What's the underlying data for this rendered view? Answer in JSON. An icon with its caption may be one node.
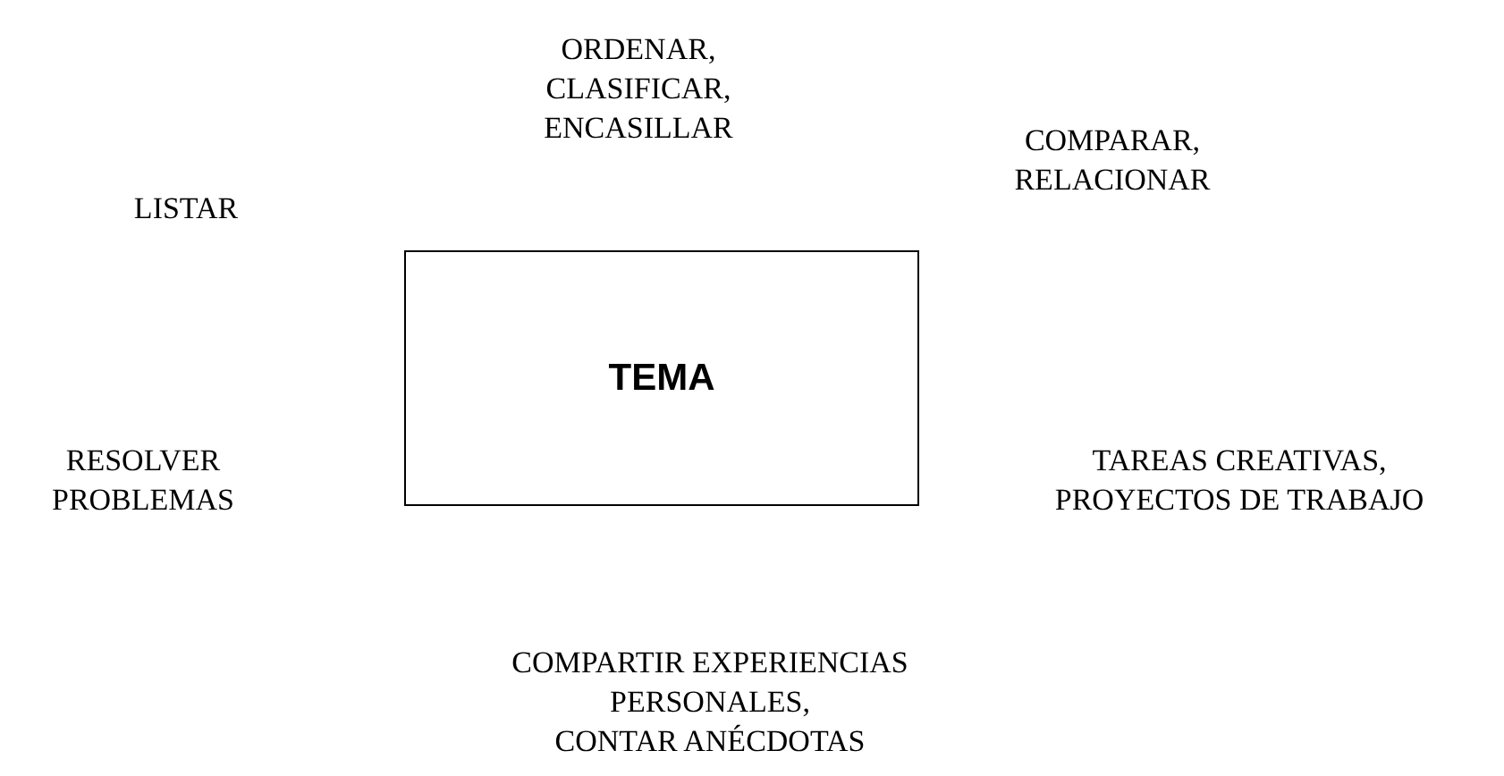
{
  "diagram": {
    "nodes": [
      {
        "text": [
          "TEMA"
        ]
      }
    ],
    "labels": [
      "ORDENAR, CLASIFICAR, ENCASILLAR",
      "LISTAR",
      "COMPARAR, RELACIONAR",
      "RESOLVER PROBLEMAS",
      "TAREAS CREATIVAS, PROYECTOS DE TRABAJO",
      "COMPARTIR EXPERIENCIAS PERSONALES, CONTAR ANÉCDOTAS"
    ]
  }
}
